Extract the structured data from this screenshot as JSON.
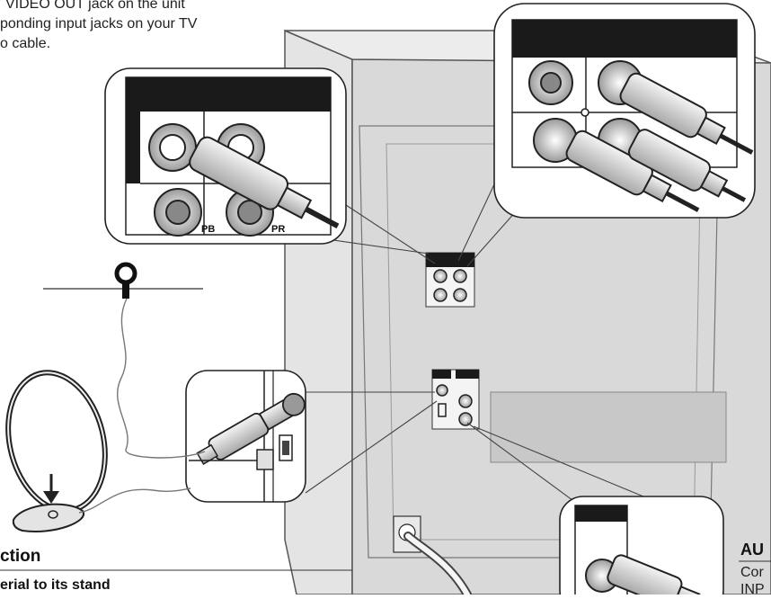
{
  "intro_text": {
    "line1": "VIDEO OUT jack on the unit",
    "line2": "ponding input jacks on your TV",
    "line3": "o cable."
  },
  "section": {
    "heading": "ction",
    "subheading": "erial to its stand"
  },
  "right_section": {
    "heading": "AU",
    "line1": "Cor",
    "line2": "INP"
  },
  "jack_labels": {
    "pb": "PB",
    "pr": "PR"
  },
  "colors": {
    "cabinet_fill": "#d9d9d9",
    "cabinet_stroke": "#555555",
    "dark_panel": "#1a1a1a",
    "vent_fill": "#c8c8c8"
  }
}
